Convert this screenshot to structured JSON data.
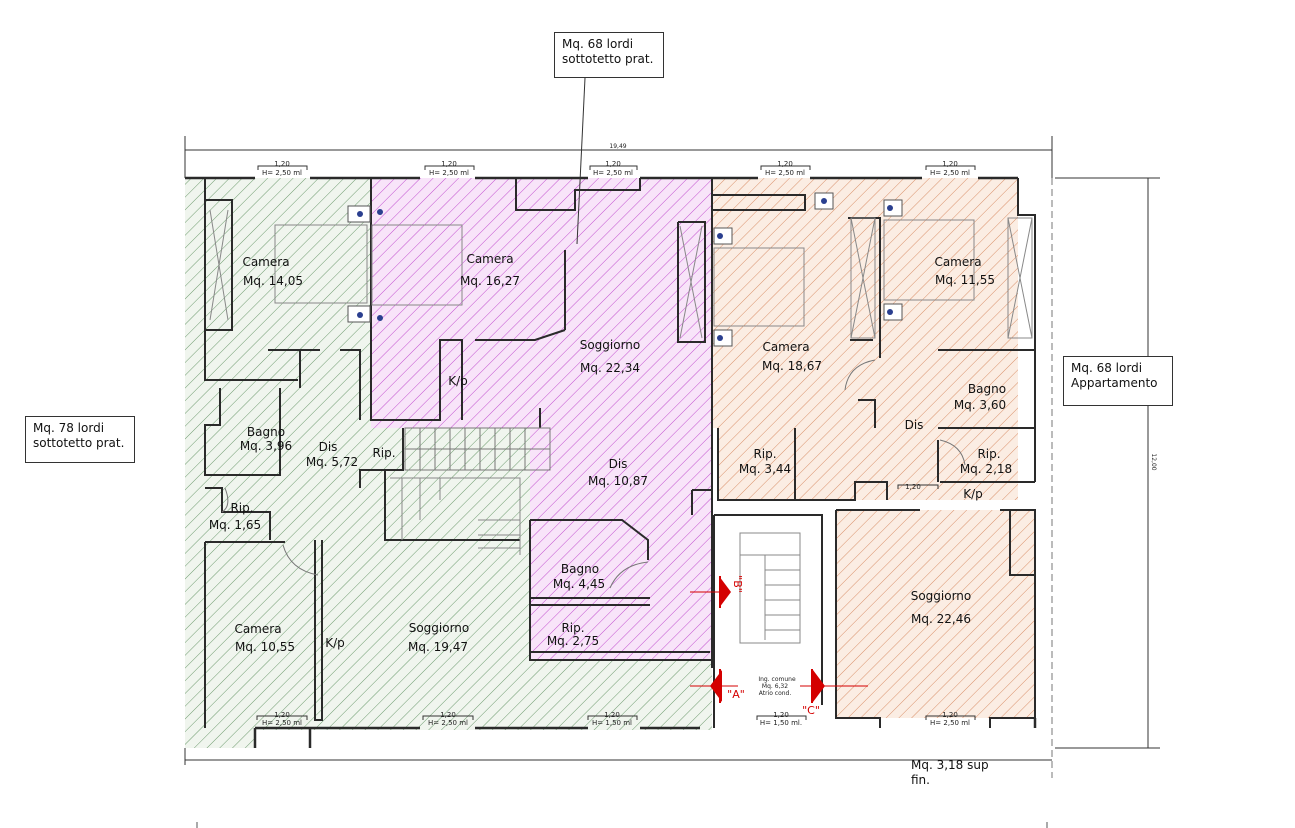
{
  "callouts": {
    "top": [
      "Mq. 68 lordi",
      "sottotetto prat."
    ],
    "left": [
      "Mq. 78 lordi",
      "sottotetto prat."
    ],
    "right": [
      "Mq. 68 lordi",
      "Appartamento"
    ],
    "bottom": [
      "Mq. 3,18 sup",
      "fin."
    ]
  },
  "dimensions": {
    "overall_width": "19,49",
    "overall_height": "12,00"
  },
  "rooms": [
    {
      "name": "Camera",
      "area": "Mq. 14,05"
    },
    {
      "name": "Camera",
      "area": "Mq. 16,27"
    },
    {
      "name": "Soggiorno",
      "area": "Mq. 22,34"
    },
    {
      "name": "Camera",
      "area": "Mq. 18,67"
    },
    {
      "name": "Camera",
      "area": "Mq. 11,55"
    },
    {
      "name": "Bagno",
      "area": "Mq. 3,96"
    },
    {
      "name": "Dis",
      "area": "Mq. 5,72"
    },
    {
      "name": "Rip.",
      "area": ""
    },
    {
      "name": "Dis",
      "area": "Mq. 10,87"
    },
    {
      "name": "Bagno",
      "area": "Mq. 3,60"
    },
    {
      "name": "Dis",
      "area": ""
    },
    {
      "name": "Rip.",
      "area": "Mq. 3,44"
    },
    {
      "name": "Rip.",
      "area": "Mq. 2,18"
    },
    {
      "name": "Rip.",
      "area": "Mq. 1,65"
    },
    {
      "name": "Bagno",
      "area": "Mq. 4,45"
    },
    {
      "name": "Rip.",
      "area": "Mq. 2,75"
    },
    {
      "name": "Camera",
      "area": "Mq. 10,55"
    },
    {
      "name": "Soggiorno",
      "area": "Mq. 19,47"
    },
    {
      "name": "Soggiorno",
      "area": "Mq. 22,46"
    }
  ],
  "kp_labels": [
    "K/p",
    "K/p",
    "K/p"
  ],
  "windows": [
    {
      "width": "1,20",
      "height": "H= 2,50 ml"
    },
    {
      "width": "1,20",
      "height": "H= 2,50 ml"
    },
    {
      "width": "1,20",
      "height": "H= 2,50 ml"
    },
    {
      "width": "1,20",
      "height": "H= 2,50 ml"
    },
    {
      "width": "1,20",
      "height": "H= 2,50 ml"
    },
    {
      "width": "1,20",
      "height": "H= 2,50 ml"
    },
    {
      "width": "1,20",
      "height": "H= 2,50 ml"
    },
    {
      "width": "1,20",
      "height": "H= 1,50 ml"
    },
    {
      "width": "1,20",
      "height": "H= 1,50 ml."
    },
    {
      "width": "1,20",
      "height": "H= 2,50 ml"
    }
  ],
  "door_dim": "1,20",
  "entrance": [
    "Ing. comune",
    "Mq. 6,32",
    "Atrio cond."
  ],
  "sections": [
    "\"A\"",
    "\"B\"",
    "\"C\""
  ],
  "colors": {
    "green_zone": "#2f7d32",
    "magenta_zone": "#c000c8",
    "orange_zone": "#d2693c",
    "wall": "#2a2a2a",
    "section_mark": "#d40000"
  }
}
